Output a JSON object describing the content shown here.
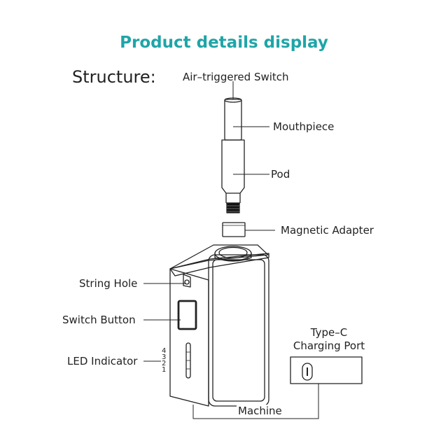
{
  "title": "Product details display",
  "section_label": "Structure:",
  "callouts": {
    "air_switch": "Air–triggered Switch",
    "mouthpiece": "Mouthpiece",
    "pod": "Pod",
    "magnetic_adapter": "Magnetic Adapter",
    "string_hole": "String Hole",
    "switch_button": "Switch Button",
    "led_indicator": "LED Indicator",
    "type_c_line1": "Type–C",
    "type_c_line2": "Charging Port",
    "machine": "Machine"
  },
  "led_levels": [
    "4",
    "3",
    "2",
    "1"
  ],
  "colors": {
    "title": "#1fa5a8",
    "line": "#222222"
  }
}
